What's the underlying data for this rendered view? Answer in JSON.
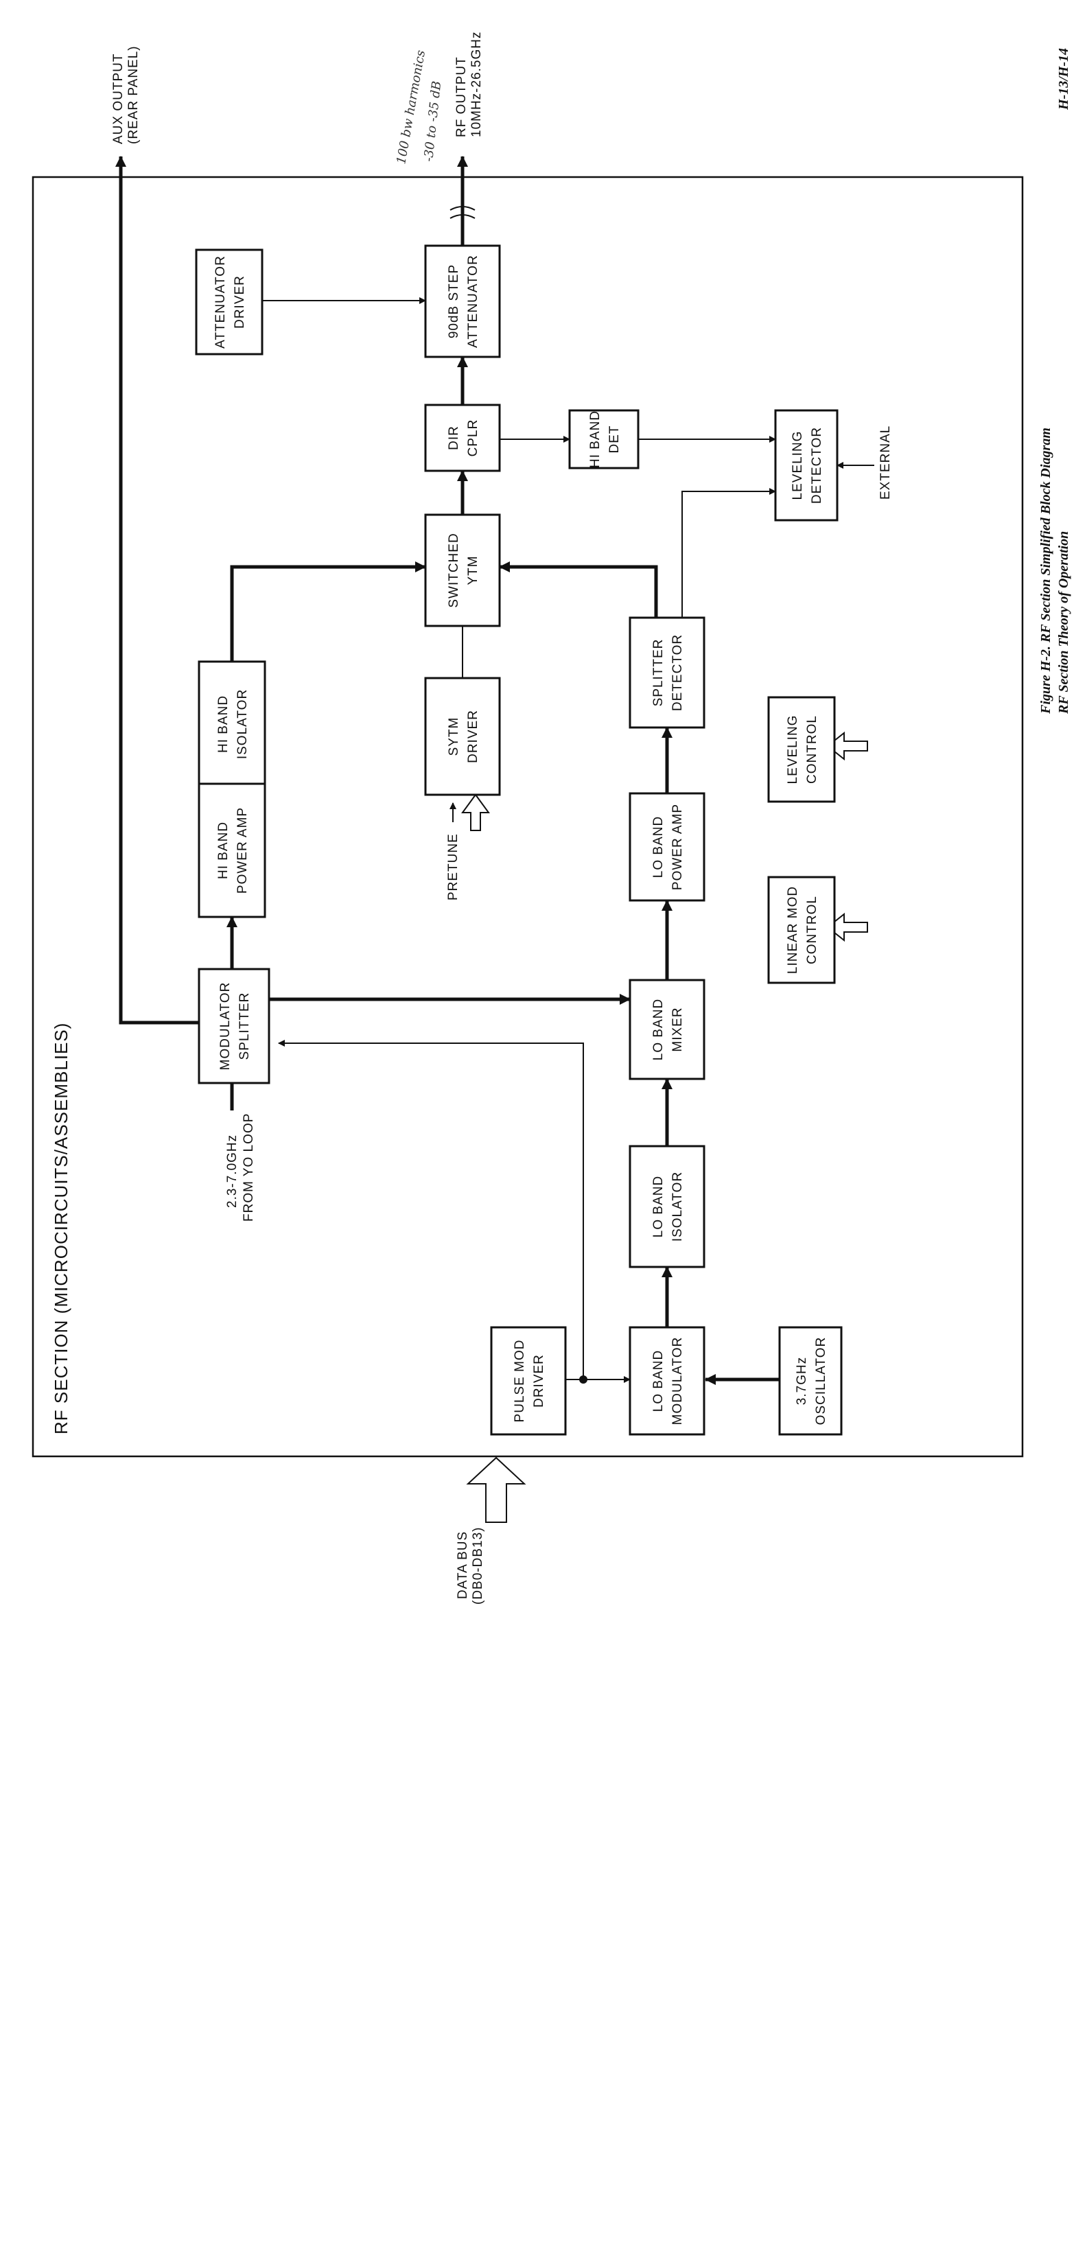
{
  "section_title": "RF SECTION (MICROCIRCUITS/ASSEMBLIES)",
  "blocks": {
    "attenuator_driver": [
      "ATTENUATOR",
      "DRIVER"
    ],
    "step_attenuator": [
      "90dB STEP",
      "ATTENUATOR"
    ],
    "dir_cplr": [
      "DIR",
      "CPLR"
    ],
    "hi_band_det": [
      "HI BAND",
      "DET"
    ],
    "leveling_detector": [
      "LEVELING",
      "DETECTOR"
    ],
    "switched_ytm": [
      "SWITCHED",
      "YTM"
    ],
    "sytm_driver": [
      "SYTM",
      "DRIVER"
    ],
    "splitter_detector": [
      "SPLITTER",
      "DETECTOR"
    ],
    "hi_band_isolator": [
      "HI BAND",
      "ISOLATOR"
    ],
    "hi_band_power_amp": [
      "HI BAND",
      "POWER AMP"
    ],
    "leveling_control": [
      "LEVELING",
      "CONTROL"
    ],
    "lo_band_power_amp": [
      "LO BAND",
      "POWER AMP"
    ],
    "linear_mod_control": [
      "LINEAR MOD",
      "CONTROL"
    ],
    "modulator_splitter": [
      "MODULATOR",
      "SPLITTER"
    ],
    "lo_band_mixer": [
      "LO BAND",
      "MIXER"
    ],
    "lo_band_isolator": [
      "LO BAND",
      "ISOLATOR"
    ],
    "pulse_mod_driver": [
      "PULSE MOD",
      "DRIVER"
    ],
    "lo_band_modulator": [
      "LO BAND",
      "MODULATOR"
    ],
    "oscillator": [
      "3.7GHz",
      "OSCILLATOR"
    ]
  },
  "signals": {
    "aux_output": [
      "AUX OUTPUT",
      "(REAR PANEL)"
    ],
    "rf_output": [
      "RF OUTPUT",
      "10MHz-26.5GHz"
    ],
    "yo_input": [
      "2.3-7.0GHz",
      "FROM YO LOOP"
    ],
    "pretune": "PRETUNE",
    "external": "EXTERNAL",
    "data_bus": [
      "DATA BUS",
      "(DB0-DB13)"
    ]
  },
  "handwritten_note": [
    "100 bw harmonics",
    "-30 to -35 dB"
  ],
  "caption": {
    "figure": "Figure H-2. RF Section Simplified Block Diagram",
    "chapter": "RF Section Theory of Operation",
    "page": "H-13/H-14"
  }
}
